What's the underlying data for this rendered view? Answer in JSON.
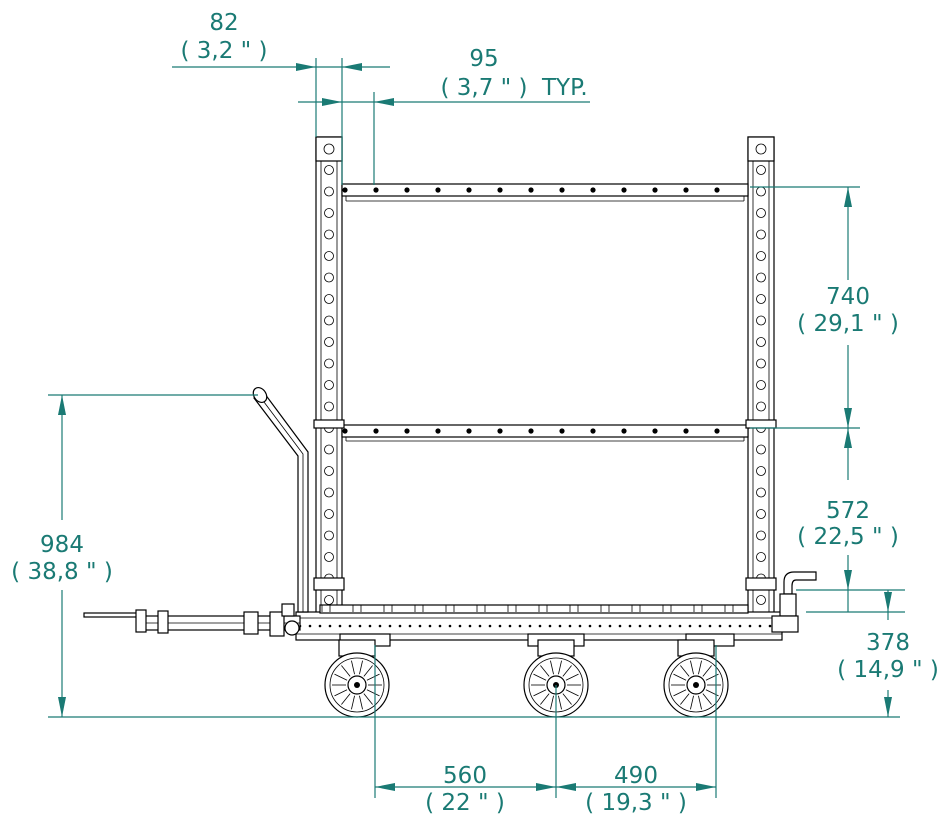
{
  "colors": {
    "dimension": "#1a7a74",
    "outline": "#000000",
    "background": "#ffffff"
  },
  "dimensions": {
    "frame_tube_width": {
      "mm": "82",
      "inch": "( 3,2 \" )"
    },
    "hole_pitch": {
      "mm": "95",
      "inch": "( 3,7 \" )",
      "note": "TYP."
    },
    "shelf_spacing": {
      "mm": "740",
      "inch": "( 29,1 \" )"
    },
    "lower_shelf_height": {
      "mm": "572",
      "inch": "( 22,5 \" )"
    },
    "overall_height": {
      "mm": "984",
      "inch": "( 38,8 \" )"
    },
    "deck_height": {
      "mm": "378",
      "inch": "( 14,9 \" )"
    },
    "wheel_spacing_front": {
      "mm": "560",
      "inch": "( 22 \" )"
    },
    "wheel_spacing_rear": {
      "mm": "490",
      "inch": "( 19,3 \" )"
    }
  }
}
